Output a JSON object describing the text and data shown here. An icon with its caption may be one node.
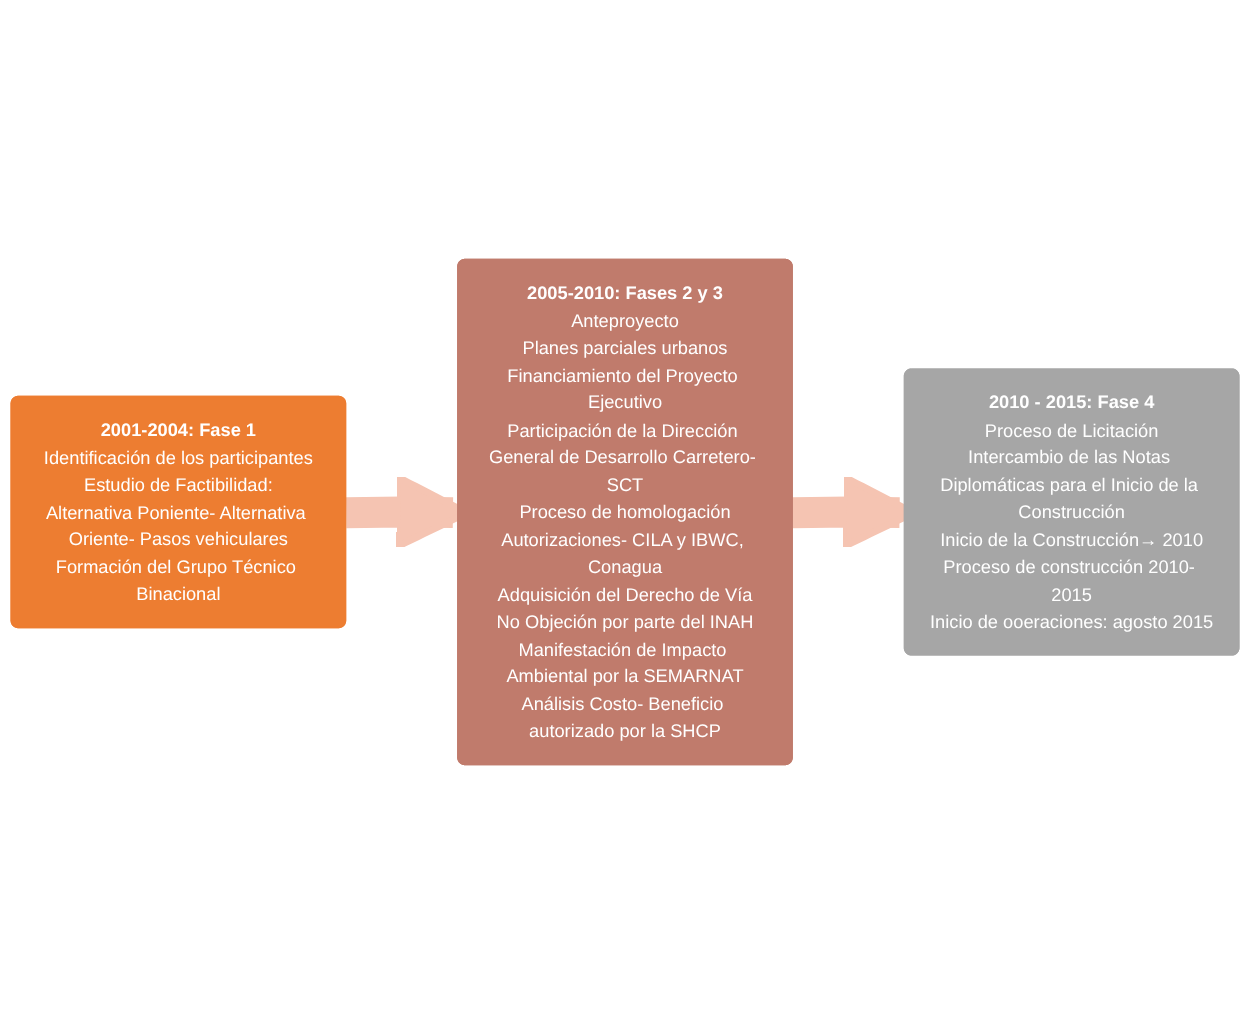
{
  "diagram": {
    "nodes": [
      {
        "text": [
          "2001-2004: Fase 1",
          "Identificación de los participantes",
          "Estudio de Factibilidad:",
          "Alternativa Poniente- Alternativa Oriente- Pasos vehiculares",
          "Formación del Grupo Técnico Binacional"
        ]
      },
      {
        "text": [
          "2005-2010: Fases 2 y 3",
          "Anteproyecto",
          "Planes parciales urbanos",
          "Financiamiento del Proyecto Ejecutivo",
          "Participación de la Dirección General de Desarrollo Carretero- SCT",
          "Proceso de homologación",
          "Autorizaciones- CILA y IBWC, Conagua",
          "Adquisición del Derecho de Vía",
          "No Objeción por parte del INAH",
          "Manifestación de Impacto Ambiental por la SEMARNAT",
          "Análisis Costo- Beneficio autorizado por la SHCP"
        ]
      },
      {
        "text": [
          "2010 - 2015: Fase 4",
          "Proceso de Licitación",
          "Intercambio de las Notas Diplomáticas para el Inicio de la Construcción",
          "Inicio de la Construcción→ 2010",
          "Proceso de construcción 2010- 2015",
          "Inicio de ooeraciones: agosto 2015"
        ]
      }
    ],
    "edges": [
      {
        "from": 0,
        "to": 1,
        "arrow": "to"
      },
      {
        "from": 1,
        "to": 2,
        "arrow": "to"
      }
    ]
  }
}
